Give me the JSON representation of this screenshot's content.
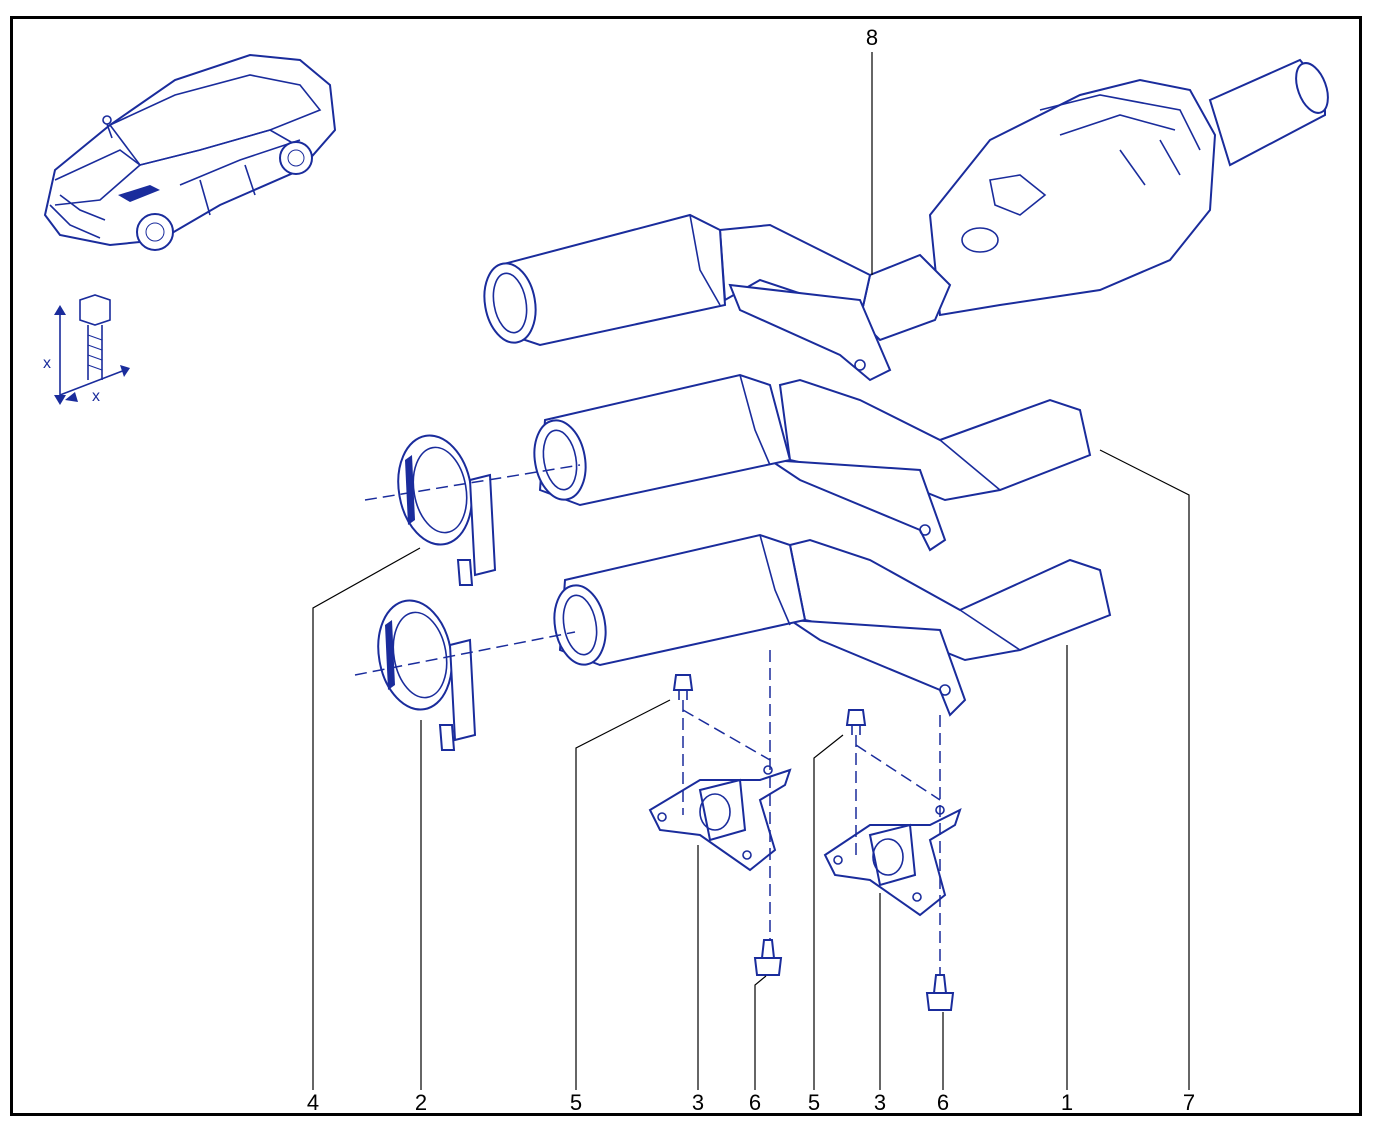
{
  "callouts": [
    {
      "id": "8",
      "text": "8"
    },
    {
      "id": "4",
      "text": "4"
    },
    {
      "id": "2",
      "text": "2"
    },
    {
      "id": "5a",
      "text": "5"
    },
    {
      "id": "3a",
      "text": "3"
    },
    {
      "id": "6a",
      "text": "6"
    },
    {
      "id": "5b",
      "text": "5"
    },
    {
      "id": "3b",
      "text": "3"
    },
    {
      "id": "6b",
      "text": "6"
    },
    {
      "id": "1",
      "text": "1"
    },
    {
      "id": "7",
      "text": "7"
    }
  ],
  "torque_symbol": {
    "label_vertical": "x",
    "label_horizontal": "x"
  },
  "colors": {
    "line_art": "#1a2c9c",
    "frame": "#000000",
    "background": "#ffffff"
  }
}
